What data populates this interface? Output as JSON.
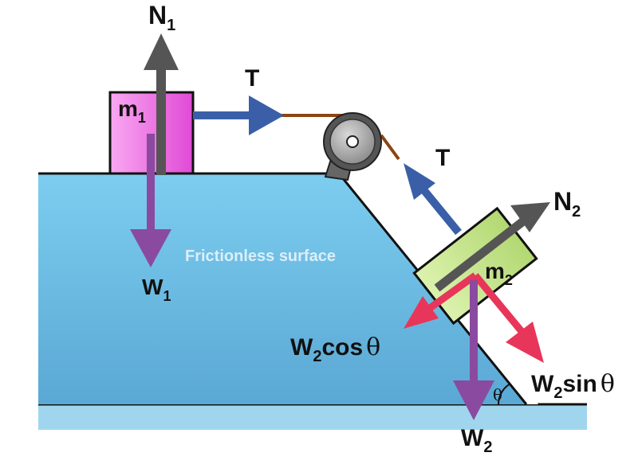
{
  "colors": {
    "surface_top": "#7dcdf0",
    "surface_bottom": "#5aa8d4",
    "block_m1": "#f07ae6",
    "block_m2": "#c8e88a",
    "arrow_gray": "#555555",
    "arrow_blue": "#3a5fa8",
    "arrow_purple": "#8a4aa0",
    "arrow_red": "#e8365a",
    "rope": "#8b4513",
    "pulley": "#777777"
  },
  "labels": {
    "n1_main": "N",
    "n1_sub": "1",
    "w1_main": "W",
    "w1_sub": "1",
    "m1_main": "m",
    "m1_sub": "1",
    "t_top": "T",
    "t_slope": "T",
    "n2_main": "N",
    "n2_sub": "2",
    "m2_main": "m",
    "m2_sub": "2",
    "w2cos_main": "W",
    "w2cos_sub": "2",
    "w2cos_rest": "cos",
    "w2cos_theta": "θ",
    "w2sin_main": "W",
    "w2sin_sub": "2",
    "w2sin_rest": "sin",
    "w2sin_theta": "θ",
    "w2_main": "W",
    "w2_sub": "2",
    "angle": "θ",
    "surface": "Frictionless surface"
  }
}
